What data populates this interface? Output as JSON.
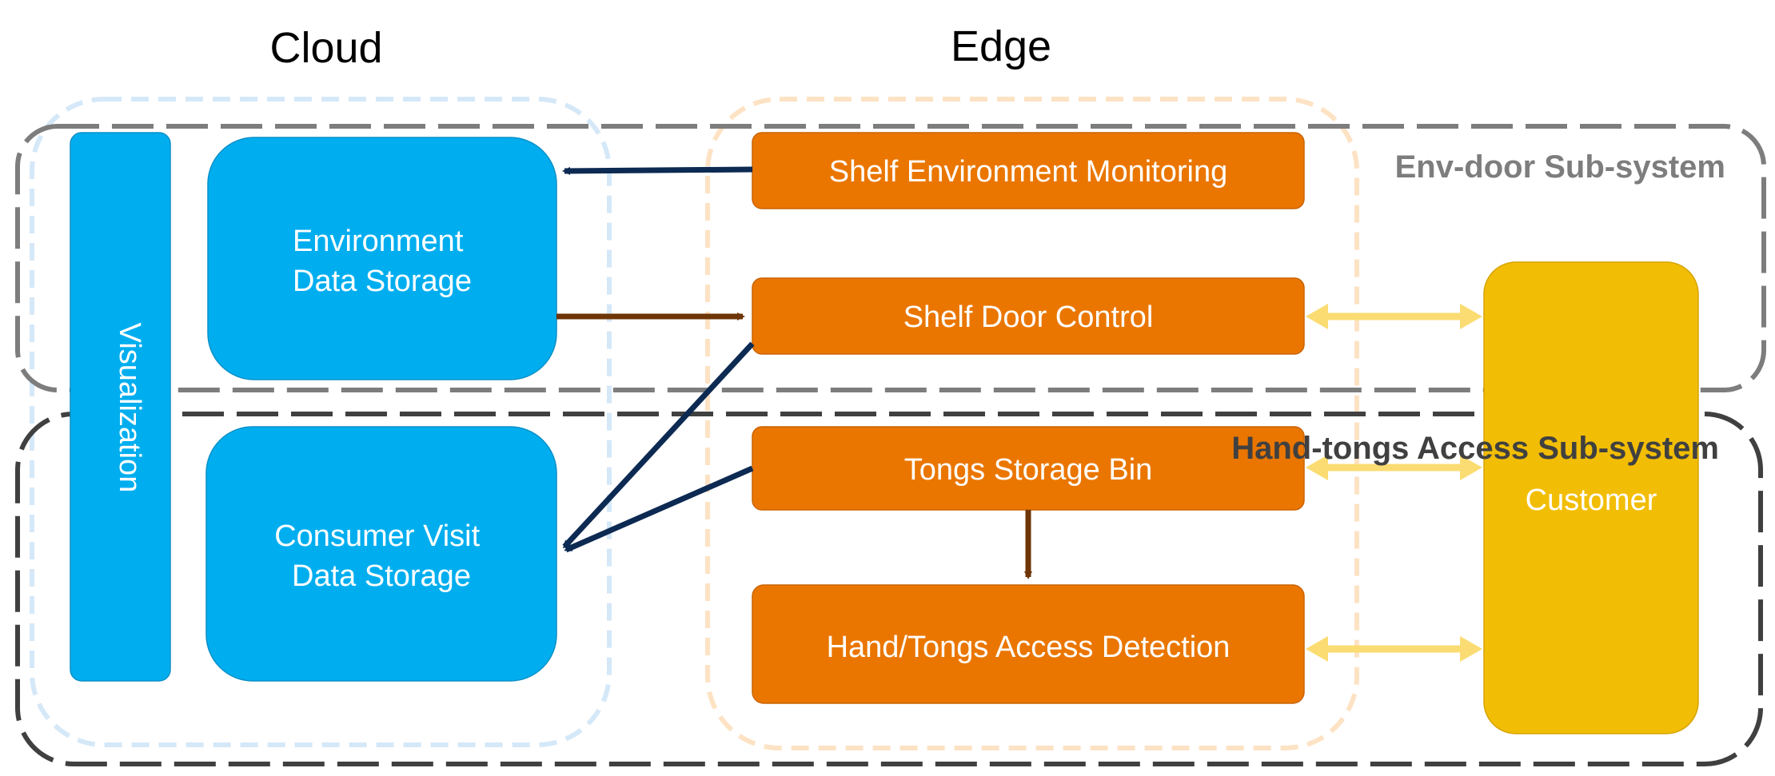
{
  "headers": {
    "cloud": "Cloud",
    "edge": "Edge"
  },
  "subsystems": {
    "env_door": "Env-door Sub-system",
    "hand_tongs": "Hand-tongs Access Sub-system"
  },
  "cloud": {
    "visualization": "Visualization",
    "env_storage": [
      "Environment",
      "Data Storage"
    ],
    "consumer_storage": [
      "Consumer Visit",
      "Data Storage"
    ]
  },
  "edge": {
    "shelf_env": "Shelf Environment Monitoring",
    "shelf_door": "Shelf Door Control",
    "tongs_bin": "Tongs Storage Bin",
    "access_detection": "Hand/Tongs Access Detection"
  },
  "customer": "Customer",
  "colors": {
    "cloud_blue": "#00aeef",
    "edge_orange": "#ea7600",
    "customer_gold": "#f2bd05",
    "arrow_navy": "#0c2a52",
    "arrow_brown": "#6e3506",
    "arrow_yellow": "#fbdc72",
    "cloud_group": "#d5e8f8",
    "edge_group": "#fde2c4",
    "env_door_border": "#7d7d7d",
    "hand_tongs_border": "#404040"
  }
}
